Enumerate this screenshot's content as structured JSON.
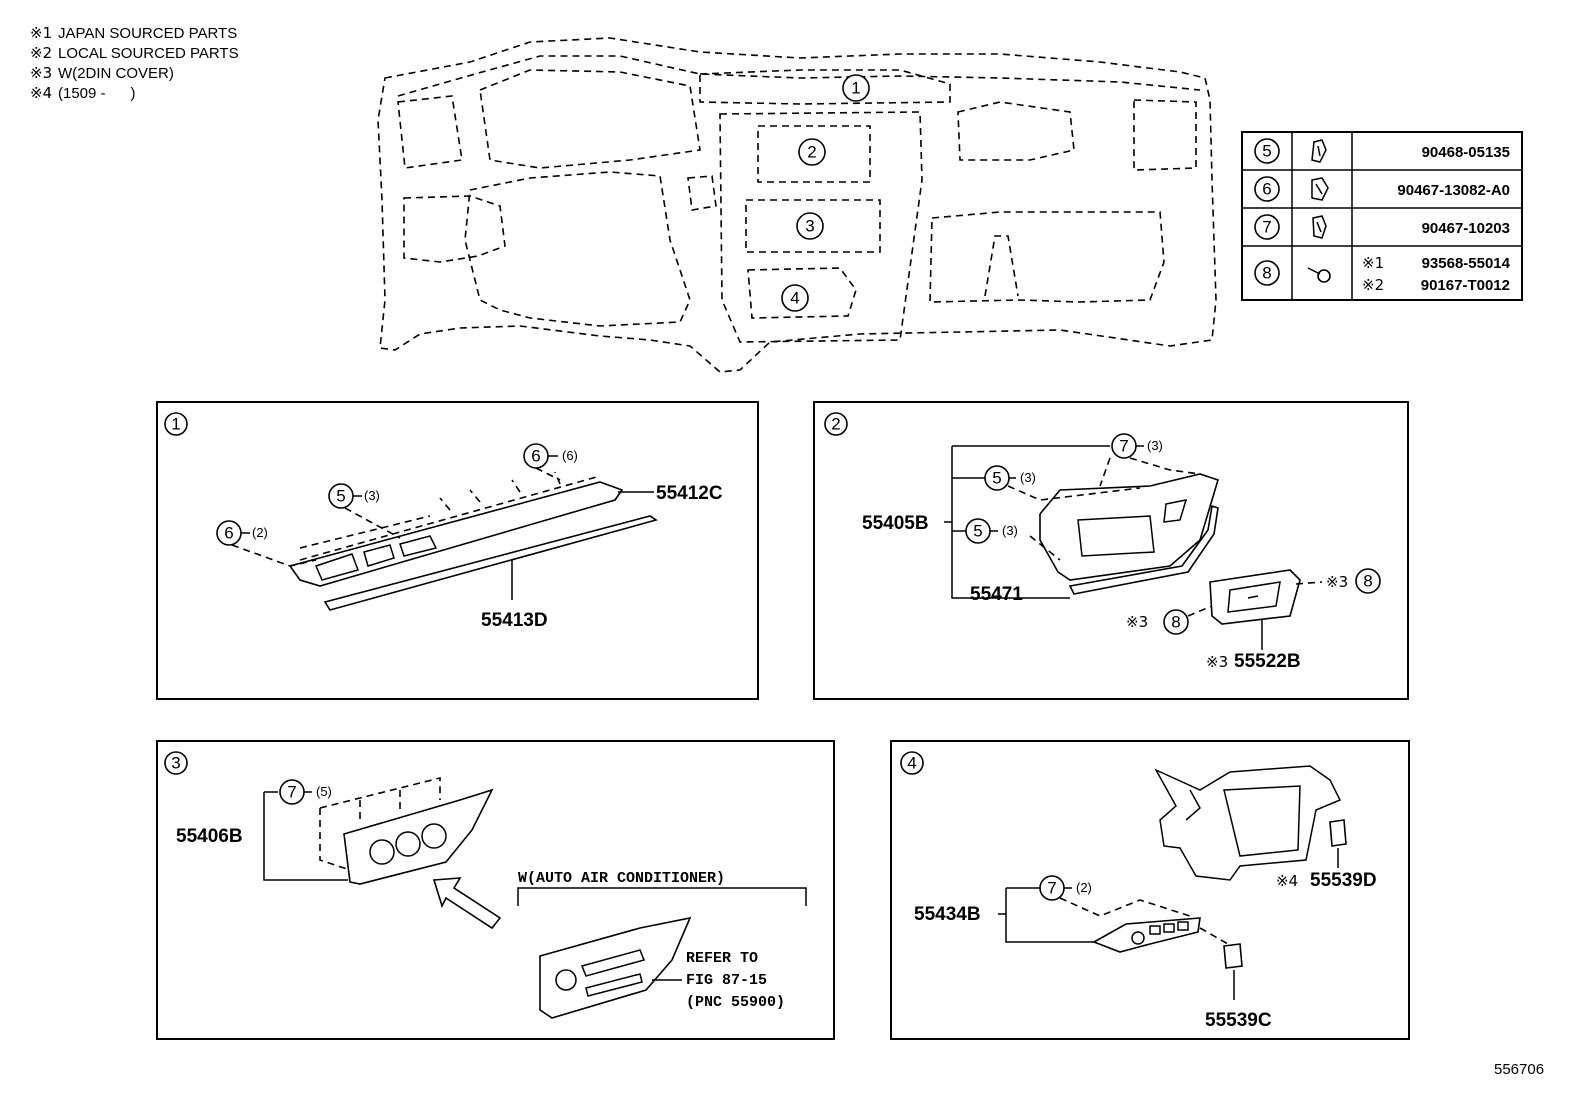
{
  "notes": [
    {
      "mark": "※1",
      "text": "JAPAN SOURCED PARTS"
    },
    {
      "mark": "※2",
      "text": "LOCAL SOURCED PARTS"
    },
    {
      "mark": "※3",
      "text": "W(2DIN COVER)"
    },
    {
      "mark": "※4",
      "text": "(1509 -      )"
    }
  ],
  "overview": {
    "callouts": [
      "1",
      "2",
      "3",
      "4"
    ]
  },
  "table": {
    "rows": [
      {
        "ref": "5",
        "icon": "clip-icon",
        "part": "90468-05135"
      },
      {
        "ref": "6",
        "icon": "clip-icon",
        "part": "90467-13082-A0"
      },
      {
        "ref": "7",
        "icon": "clip-icon",
        "part": "90467-10203"
      },
      {
        "ref": "8",
        "icon": "screw-icon",
        "part1_mark": "※1",
        "part1": "93568-55014",
        "part2_mark": "※2",
        "part2": "90167-T0012"
      }
    ]
  },
  "panel1": {
    "index": "1",
    "c6a": "6",
    "c6a_qty": "(2)",
    "c5": "5",
    "c5_qty": "(3)",
    "c6b": "6",
    "c6b_qty": "(6)",
    "p_upper": "55412C",
    "p_lower": "55413D"
  },
  "panel2": {
    "index": "2",
    "c7": "7",
    "c7_qty": "(3)",
    "c5a": "5",
    "c5a_qty": "(3)",
    "c5b": "5",
    "c5b_qty": "(3)",
    "p_assy": "55405B",
    "p_garnish": "55471",
    "c8a_mark": "※3",
    "c8a": "8",
    "c8b_mark": "※3",
    "c8b": "8",
    "p_cover_mark": "※3",
    "p_cover": "55522B"
  },
  "panel3": {
    "index": "3",
    "c7": "7",
    "c7_qty": "(5)",
    "p_panel": "55406B",
    "variant_label": "W(AUTO AIR CONDITIONER)",
    "refer_1": "REFER TO",
    "refer_2": "FIG 87-15",
    "refer_3": "(PNC 55900)"
  },
  "panel4": {
    "index": "4",
    "c7": "7",
    "c7_qty": "(2)",
    "p_switch": "55434B",
    "p_cap_c": "55539C",
    "p_cap_d_mark": "※4",
    "p_cap_d": "55539D"
  },
  "figure_id": "556706"
}
